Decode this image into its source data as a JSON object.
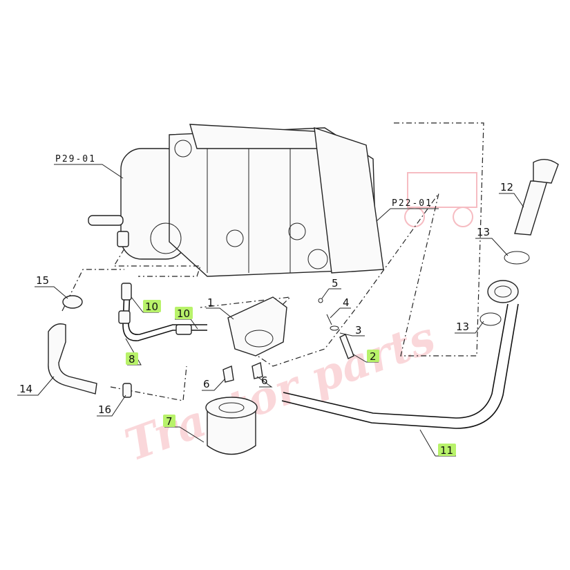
{
  "assembly_refs": [
    "P29-01",
    "P22-01"
  ],
  "callouts": [
    {
      "num": "1",
      "highlighted": false
    },
    {
      "num": "2",
      "highlighted": true
    },
    {
      "num": "3",
      "highlighted": false
    },
    {
      "num": "4",
      "highlighted": false
    },
    {
      "num": "5",
      "highlighted": false
    },
    {
      "num": "6",
      "highlighted": false
    },
    {
      "num": "6",
      "highlighted": false
    },
    {
      "num": "7",
      "highlighted": true
    },
    {
      "num": "8",
      "highlighted": true
    },
    {
      "num": "10",
      "highlighted": true
    },
    {
      "num": "10",
      "highlighted": true
    },
    {
      "num": "11",
      "highlighted": true
    },
    {
      "num": "12",
      "highlighted": false
    },
    {
      "num": "13",
      "highlighted": false
    },
    {
      "num": "13",
      "highlighted": false
    },
    {
      "num": "14",
      "highlighted": false
    },
    {
      "num": "15",
      "highlighted": false
    },
    {
      "num": "16",
      "highlighted": false
    }
  ],
  "colors": {
    "highlight": "#b8f26a",
    "watermark": "#f2a0a8",
    "line": "#111111"
  }
}
